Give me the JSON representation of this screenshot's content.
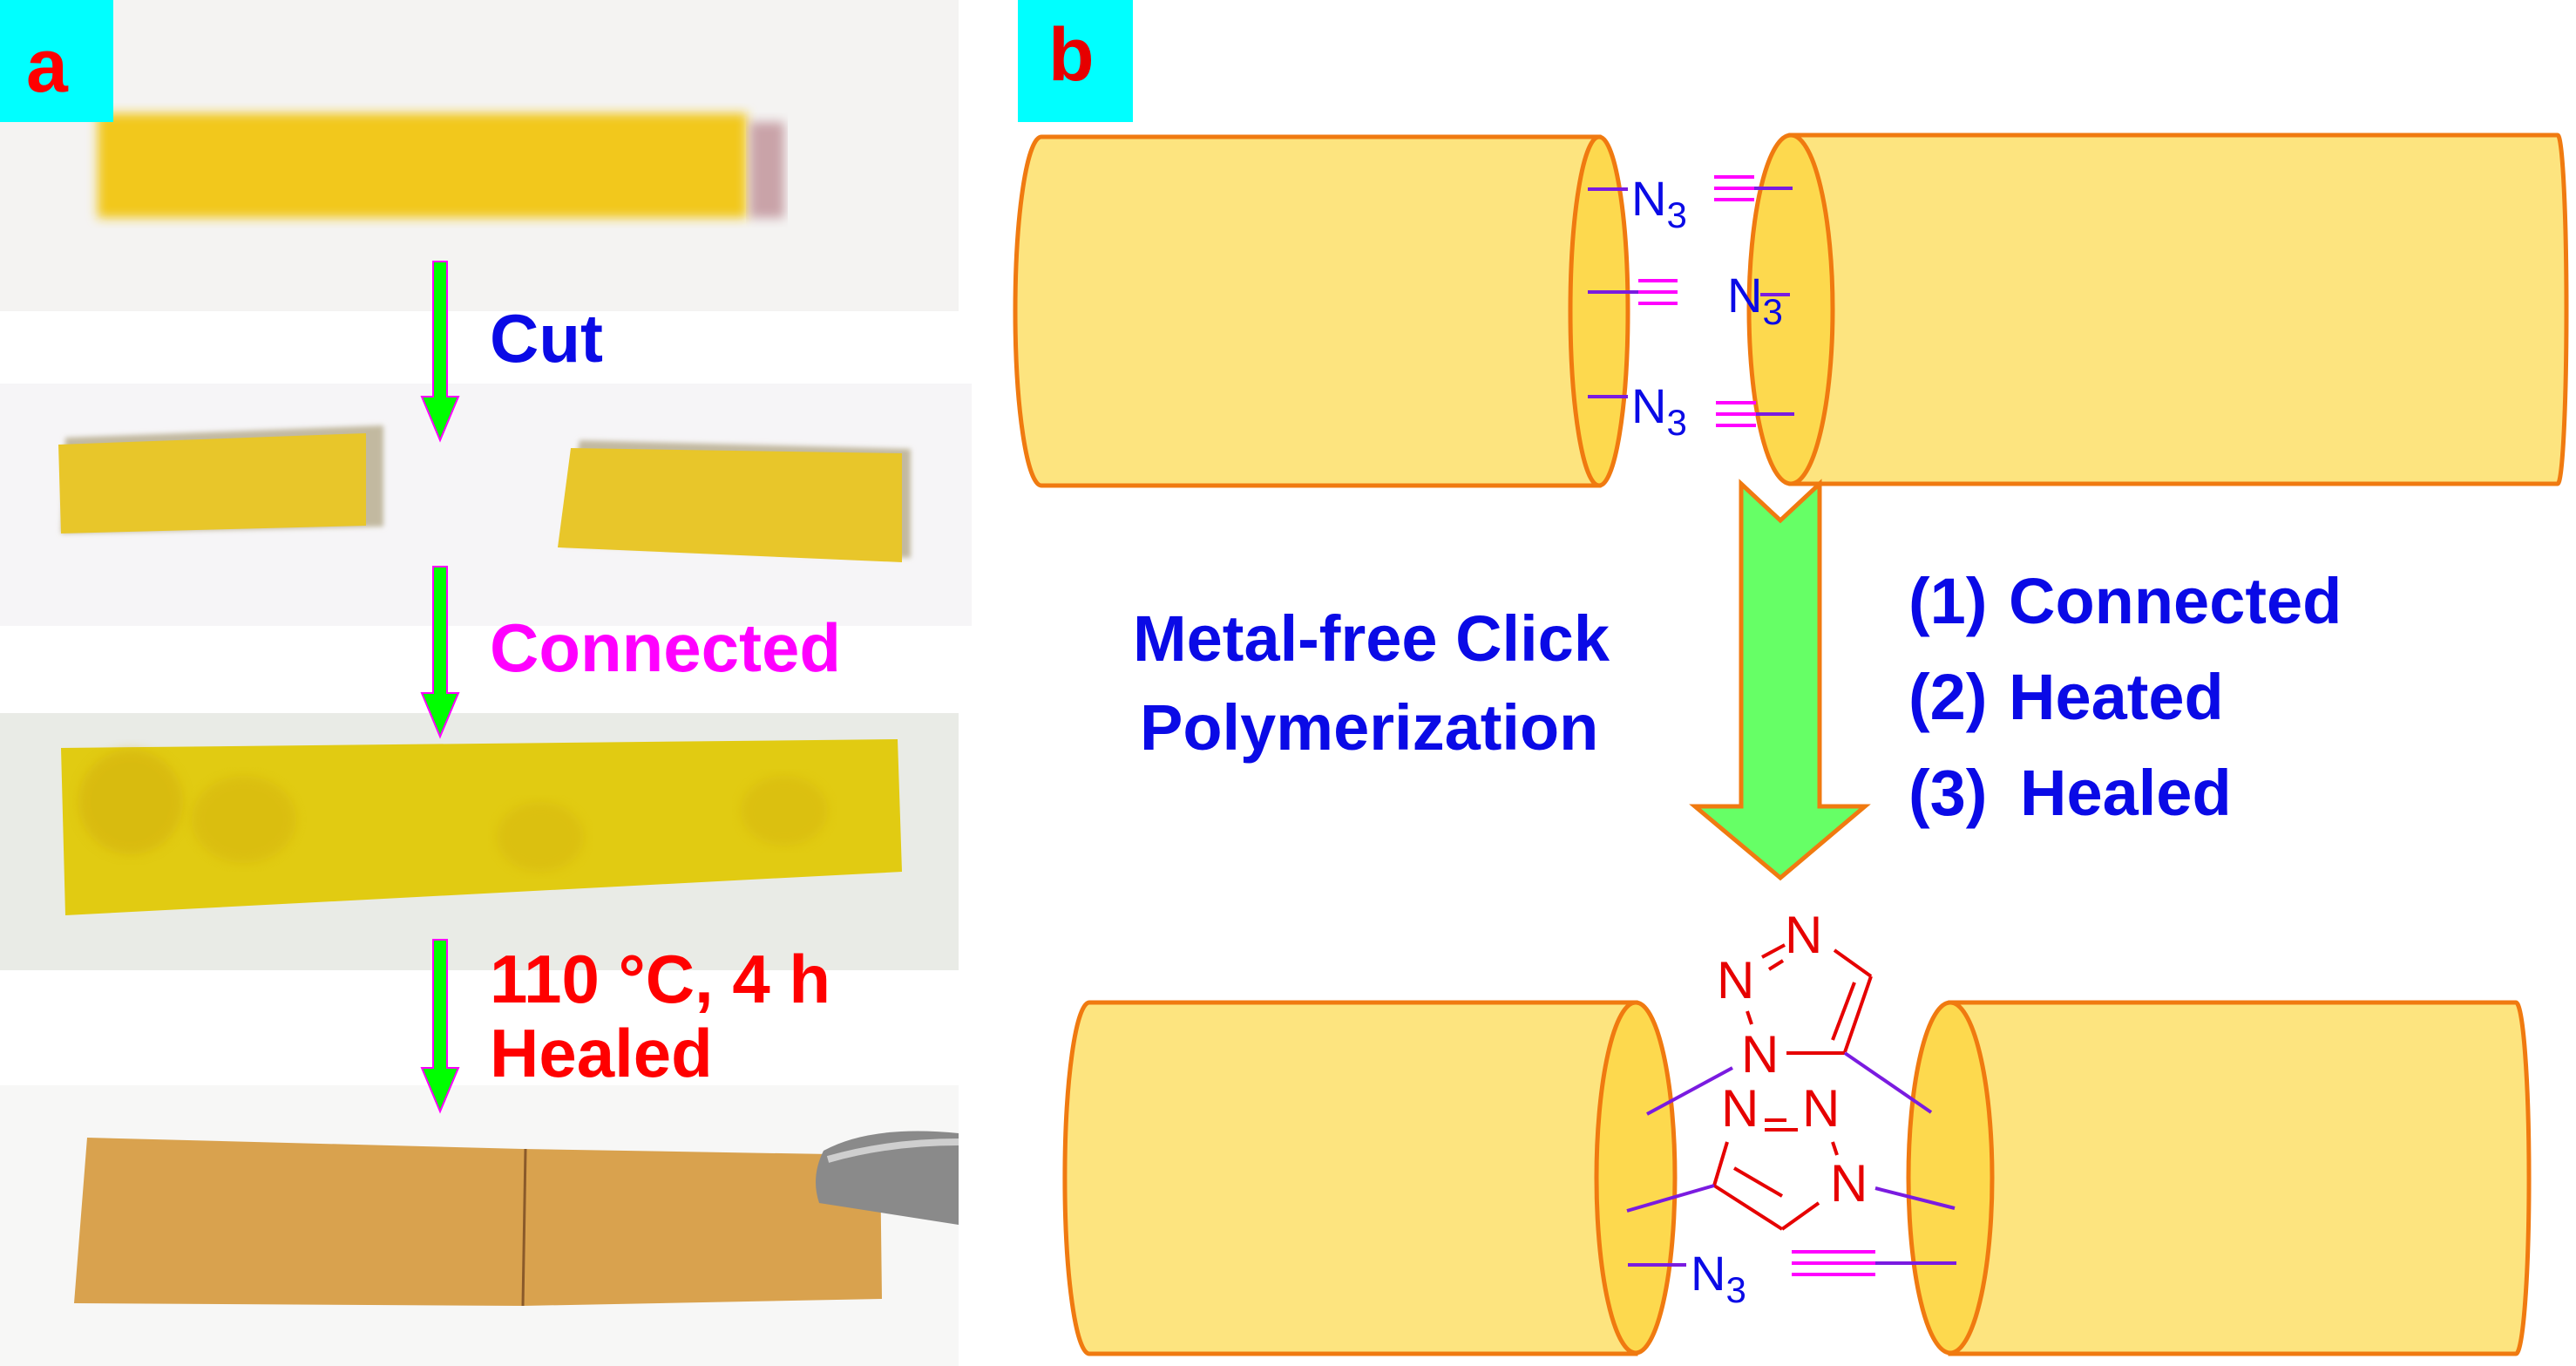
{
  "panel_a": {
    "label": "a",
    "steps": [
      {
        "text": "Cut",
        "color": "#0a0ae6"
      },
      {
        "text": "Connected",
        "color": "#ff00ff"
      },
      {
        "text": "110 °C, 4 h",
        "color": "#ff0000"
      },
      {
        "text": "Healed",
        "color": "#ff0000"
      }
    ],
    "photo_colors": {
      "yellow_sample": "#f2c81e",
      "cut_pieces": "#e8c62a",
      "connected_sample": "#e1cb12",
      "healed_sample": "#d9a24e",
      "tweezer": "#8a8a8a"
    }
  },
  "panel_b": {
    "label": "b",
    "top_left_groups": [
      "N3",
      "alkyne",
      "N3"
    ],
    "top_right_groups": [
      "alkyne",
      "N3",
      "alkyne"
    ],
    "azide_label": "N",
    "azide_sub": "3",
    "process_label_line1": "Metal-free Click",
    "process_label_line2": "Polymerization",
    "conditions": [
      "(1)",
      "Connected",
      "(2)",
      "Heated",
      "(3)",
      "Healed"
    ],
    "triazole_atom": "N",
    "bottom_left_group": "N3",
    "bottom_right_group": "alkyne"
  },
  "colors": {
    "label_bg": "#00ffff",
    "label_text": "#ff0000",
    "cylinder_fill": "#fde47f",
    "cylinder_face": "#fdd94e",
    "cylinder_stroke": "#f07a10",
    "arrow_fill": "#66ff66",
    "arrow_stroke": "#f07a10",
    "small_arrow_fill": "#00ff00",
    "small_arrow_stroke": "#ff00ff",
    "bond_purple": "#7a1be0",
    "alkyne_magenta": "#ff00ff",
    "text_blue": "#0a0ae6",
    "triazole_red": "#e60000"
  }
}
